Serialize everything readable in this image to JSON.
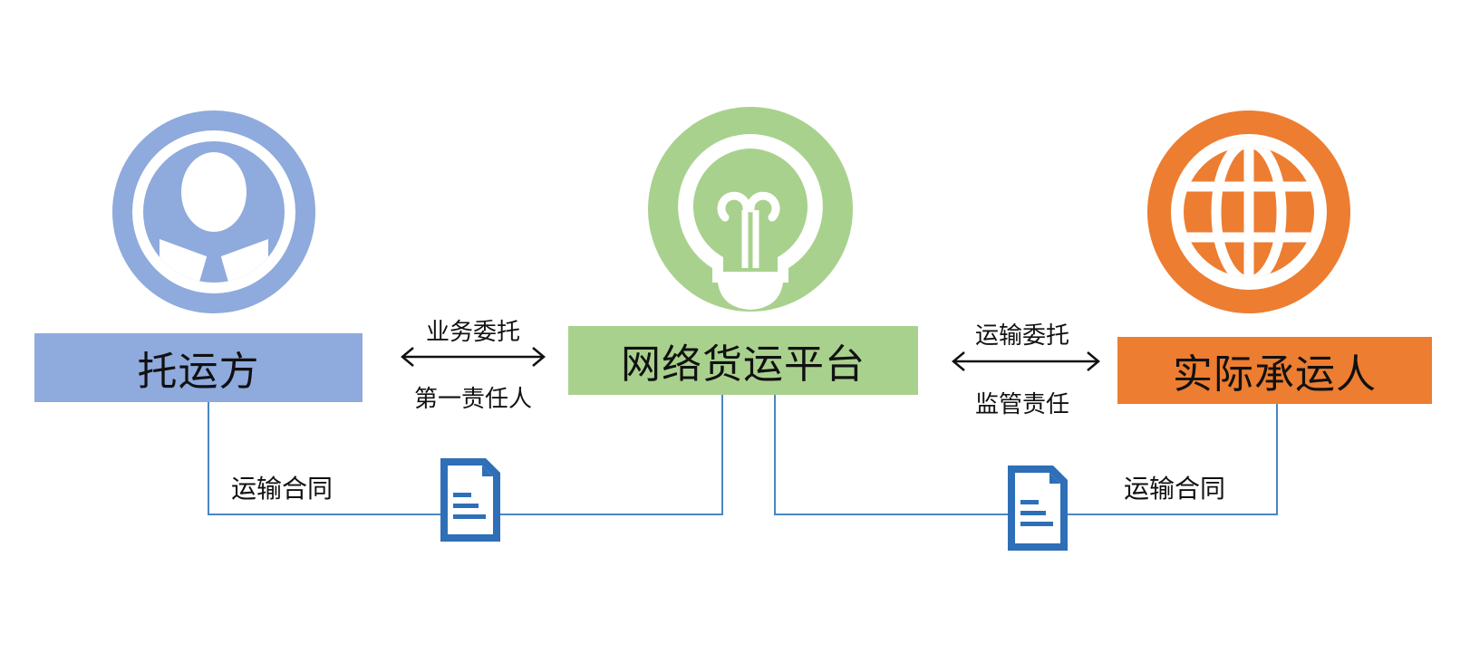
{
  "nodes": {
    "shipper": {
      "label": "托运方",
      "color": "#8faadc",
      "icon": "person-icon"
    },
    "platform": {
      "label": "网络货运平台",
      "color": "#a9d18e",
      "icon": "lightbulb-icon"
    },
    "carrier": {
      "label": "实际承运人",
      "color": "#ed7d31",
      "icon": "globe-icon"
    }
  },
  "relations": {
    "left": {
      "top": "业务委托",
      "bottom": "第一责任人"
    },
    "right": {
      "top": "运输委托",
      "bottom": "监管责任"
    }
  },
  "contracts": {
    "left": {
      "label": "运输合同",
      "icon": "document-icon"
    },
    "right": {
      "label": "运输合同",
      "icon": "document-icon"
    }
  },
  "colors": {
    "connector": "#4a86c5",
    "document": "#2e6fb7",
    "text": "#111111"
  }
}
